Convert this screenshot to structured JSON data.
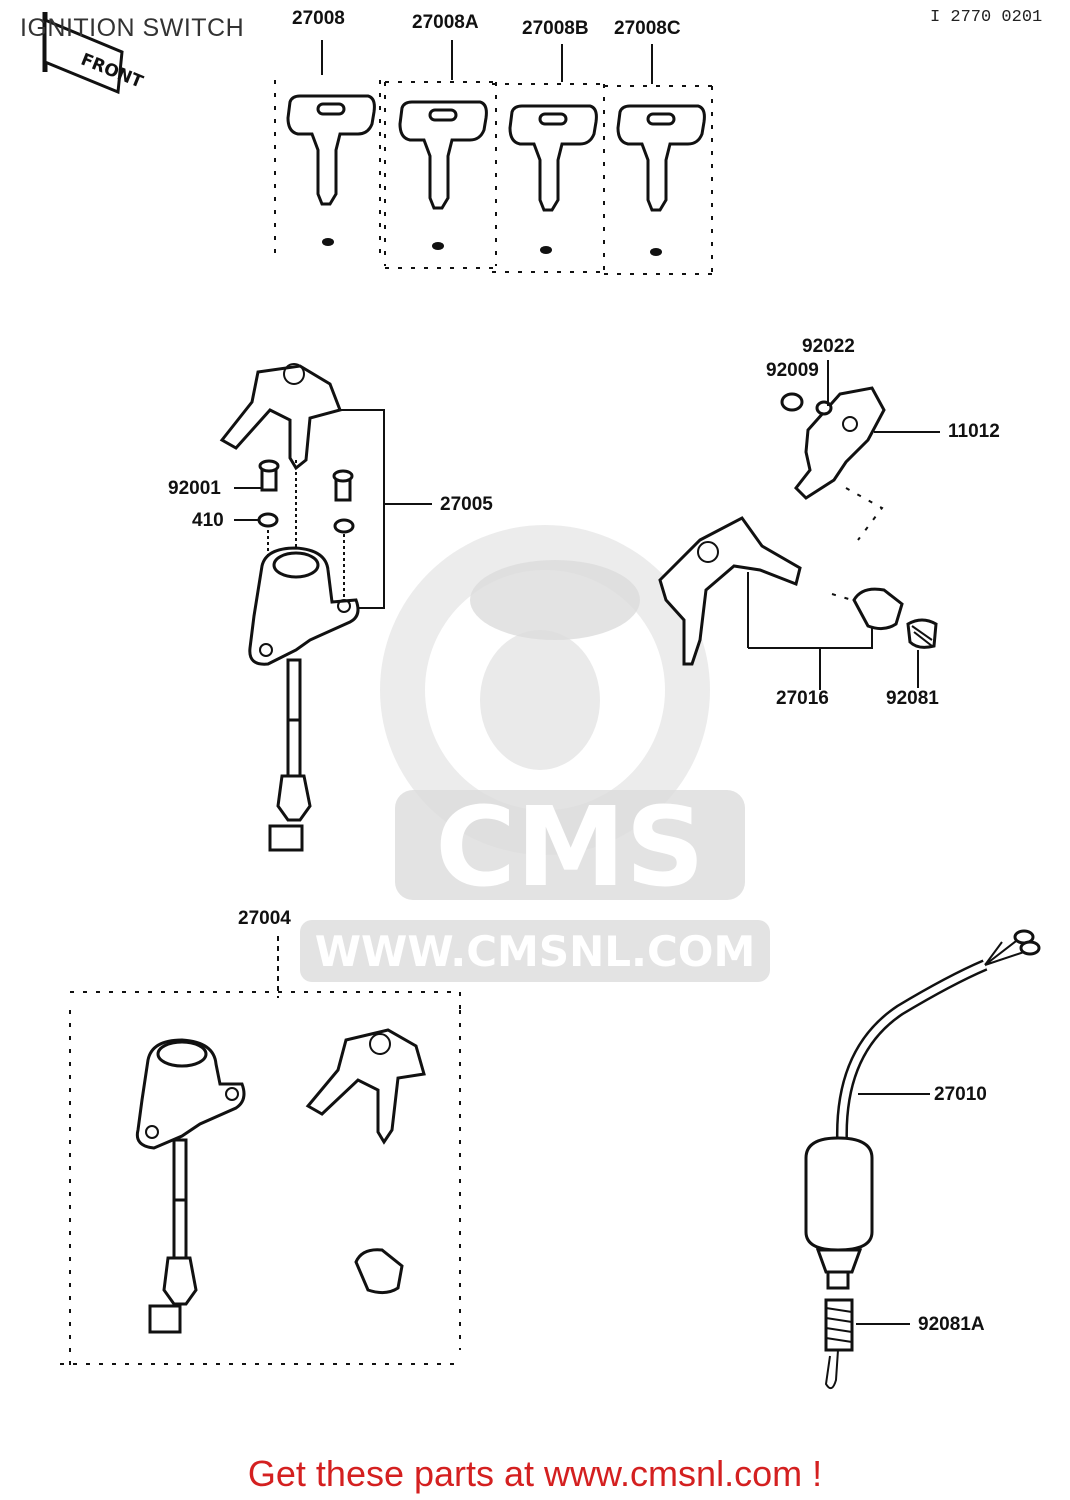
{
  "page": {
    "title": "IGNITION SWITCH",
    "diagram_code": "I 2770 0201",
    "front_tag": "FRONT",
    "footer": "Get these parts at www.cmsnl.com !",
    "watermark_brand": "CMS",
    "watermark_url": "WWW.CMSNL.COM"
  },
  "parts": {
    "p27008": "27008",
    "p27008A": "27008A",
    "p27008B": "27008B",
    "p27008C": "27008C",
    "p92022": "92022",
    "p92009": "92009",
    "p11012": "11012",
    "p92001": "92001",
    "p410": "410",
    "p27005": "27005",
    "p27016": "27016",
    "p92081": "92081",
    "p27004": "27004",
    "p27010": "27010",
    "p92081A": "92081A"
  },
  "colors": {
    "footer": "#d42020",
    "watermark": "#dcdcdc",
    "line": "#111111"
  }
}
